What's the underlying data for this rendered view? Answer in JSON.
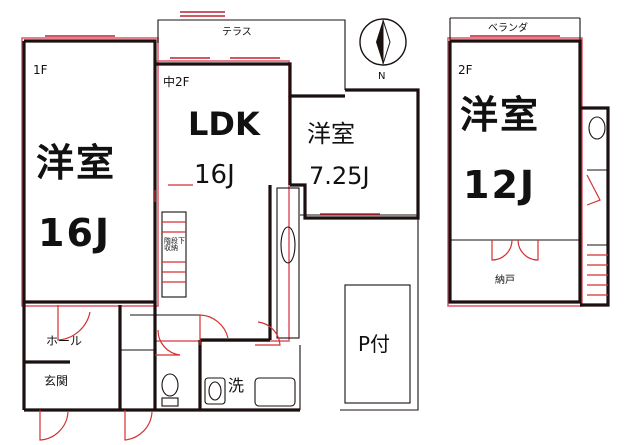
{
  "floor_labels": {
    "first": "1F",
    "mezzanine": "中2F",
    "second": "2F"
  },
  "rooms": {
    "room1": {
      "name": "洋室",
      "size": "16J"
    },
    "ldk": {
      "name": "LDK",
      "size": "16J"
    },
    "room2": {
      "name": "洋室",
      "size": "7.25J"
    },
    "room3": {
      "name": "洋室",
      "size": "12J"
    },
    "terrace": "テラス",
    "veranda": "ベランダ",
    "hall": "ホール",
    "entrance": "玄関",
    "storage": "納戸",
    "wash": "洗",
    "parking": "P付",
    "stair_storage": "階段下収納"
  },
  "compass": "N"
}
